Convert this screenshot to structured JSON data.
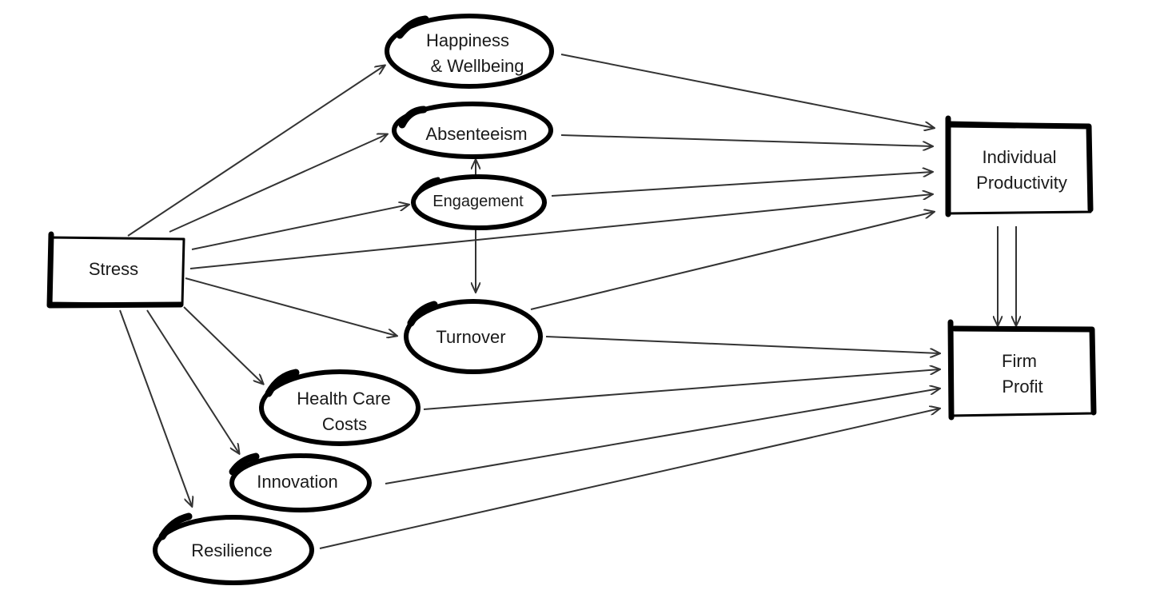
{
  "nodes": {
    "stress": {
      "label": "Stress"
    },
    "happiness": {
      "line1": "Happiness",
      "line2": "& Wellbeing"
    },
    "absenteeism": {
      "label": "Absenteeism"
    },
    "engagement": {
      "label": "Engagement"
    },
    "turnover": {
      "label": "Turnover"
    },
    "health_care": {
      "line1": "Health Care",
      "line2": "Costs"
    },
    "innovation": {
      "label": "Innovation"
    },
    "resilience": {
      "label": "Resilience"
    },
    "productivity": {
      "line1": "Individual",
      "line2": "Productivity"
    },
    "firm_profit": {
      "line1": "Firm",
      "line2": "Profit"
    }
  },
  "edges": [
    {
      "from": "stress",
      "to": "happiness"
    },
    {
      "from": "stress",
      "to": "absenteeism"
    },
    {
      "from": "stress",
      "to": "engagement"
    },
    {
      "from": "stress",
      "to": "productivity"
    },
    {
      "from": "stress",
      "to": "turnover"
    },
    {
      "from": "stress",
      "to": "health_care"
    },
    {
      "from": "stress",
      "to": "innovation"
    },
    {
      "from": "stress",
      "to": "resilience"
    },
    {
      "from": "engagement",
      "to": "absenteeism"
    },
    {
      "from": "engagement",
      "to": "turnover"
    },
    {
      "from": "happiness",
      "to": "productivity"
    },
    {
      "from": "absenteeism",
      "to": "productivity"
    },
    {
      "from": "engagement",
      "to": "productivity"
    },
    {
      "from": "turnover",
      "to": "productivity"
    },
    {
      "from": "turnover",
      "to": "firm_profit"
    },
    {
      "from": "health_care",
      "to": "firm_profit"
    },
    {
      "from": "innovation",
      "to": "firm_profit"
    },
    {
      "from": "resilience",
      "to": "firm_profit"
    },
    {
      "from": "productivity",
      "to": "firm_profit"
    },
    {
      "from": "productivity",
      "to": "firm_profit"
    }
  ]
}
